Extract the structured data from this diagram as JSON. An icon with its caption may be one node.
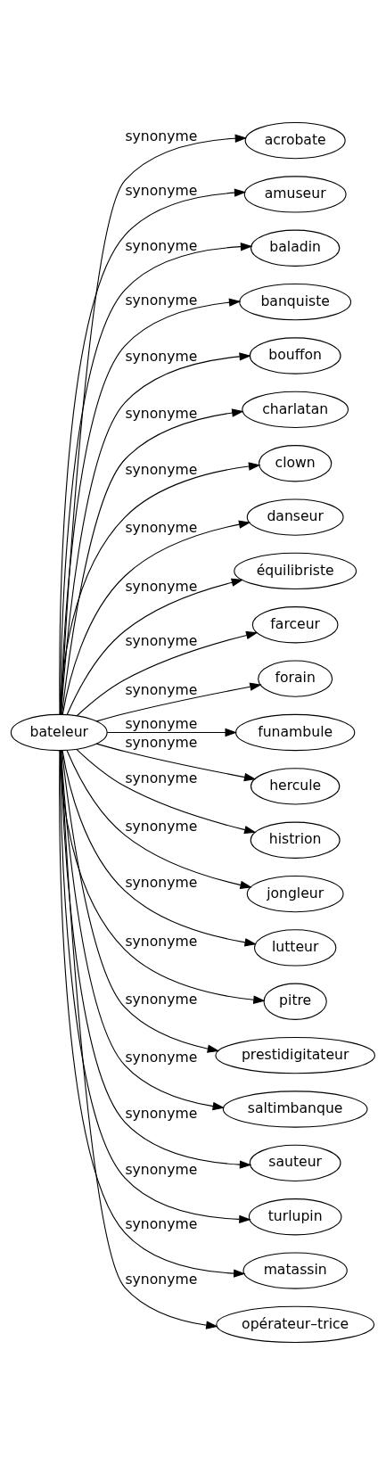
{
  "diagram": {
    "nodes": [
      {
        "text": [
          "bateleur"
        ]
      },
      {
        "text": [
          "acrobate"
        ]
      },
      {
        "text": [
          "amuseur"
        ]
      },
      {
        "text": [
          "baladin"
        ]
      },
      {
        "text": [
          "banquiste"
        ]
      },
      {
        "text": [
          "bouffon"
        ]
      },
      {
        "text": [
          "charlatan"
        ]
      },
      {
        "text": [
          "clown"
        ]
      },
      {
        "text": [
          "danseur"
        ]
      },
      {
        "text": [
          "équilibriste"
        ]
      },
      {
        "text": [
          "farceur"
        ]
      },
      {
        "text": [
          "forain"
        ]
      },
      {
        "text": [
          "funambule"
        ]
      },
      {
        "text": [
          "hercule"
        ]
      },
      {
        "text": [
          "histrion"
        ]
      },
      {
        "text": [
          "jongleur"
        ]
      },
      {
        "text": [
          "lutteur"
        ]
      },
      {
        "text": [
          "pitre"
        ]
      },
      {
        "text": [
          "prestidigitateur"
        ]
      },
      {
        "text": [
          "saltimbanque"
        ]
      },
      {
        "text": [
          "sauteur"
        ]
      },
      {
        "text": [
          "turlupin"
        ]
      },
      {
        "text": [
          "matassin"
        ]
      },
      {
        "text": [
          "opérateur–trice"
        ]
      }
    ],
    "edges": [
      {
        "from": 0,
        "to": 1,
        "arrow": "to",
        "label": "synonyme"
      },
      {
        "from": 0,
        "to": 2,
        "arrow": "to",
        "label": "synonyme"
      },
      {
        "from": 0,
        "to": 3,
        "arrow": "to",
        "label": "synonyme"
      },
      {
        "from": 0,
        "to": 4,
        "arrow": "to",
        "label": "synonyme"
      },
      {
        "from": 0,
        "to": 5,
        "arrow": "to",
        "label": "synonyme"
      },
      {
        "from": 0,
        "to": 6,
        "arrow": "to",
        "label": "synonyme"
      },
      {
        "from": 0,
        "to": 7,
        "arrow": "to",
        "label": "synonyme"
      },
      {
        "from": 0,
        "to": 8,
        "arrow": "to",
        "label": "synonyme"
      },
      {
        "from": 0,
        "to": 9,
        "arrow": "to",
        "label": "synonyme"
      },
      {
        "from": 0,
        "to": 10,
        "arrow": "to",
        "label": "synonyme"
      },
      {
        "from": 0,
        "to": 11,
        "arrow": "to",
        "label": "synonyme"
      },
      {
        "from": 0,
        "to": 12,
        "arrow": "to",
        "label": "synonyme"
      },
      {
        "from": 0,
        "to": 13,
        "arrow": "to",
        "label": "synonyme"
      },
      {
        "from": 0,
        "to": 14,
        "arrow": "to",
        "label": "synonyme"
      },
      {
        "from": 0,
        "to": 15,
        "arrow": "to",
        "label": "synonyme"
      },
      {
        "from": 0,
        "to": 16,
        "arrow": "to",
        "label": "synonyme"
      },
      {
        "from": 0,
        "to": 17,
        "arrow": "to",
        "label": "synonyme"
      },
      {
        "from": 0,
        "to": 18,
        "arrow": "to",
        "label": "synonyme"
      },
      {
        "from": 0,
        "to": 19,
        "arrow": "to",
        "label": "synonyme"
      },
      {
        "from": 0,
        "to": 20,
        "arrow": "to",
        "label": "synonyme"
      },
      {
        "from": 0,
        "to": 21,
        "arrow": "to",
        "label": "synonyme"
      },
      {
        "from": 0,
        "to": 22,
        "arrow": "to",
        "label": "synonyme"
      },
      {
        "from": 0,
        "to": 23,
        "arrow": "to",
        "label": "synonyme"
      }
    ]
  }
}
